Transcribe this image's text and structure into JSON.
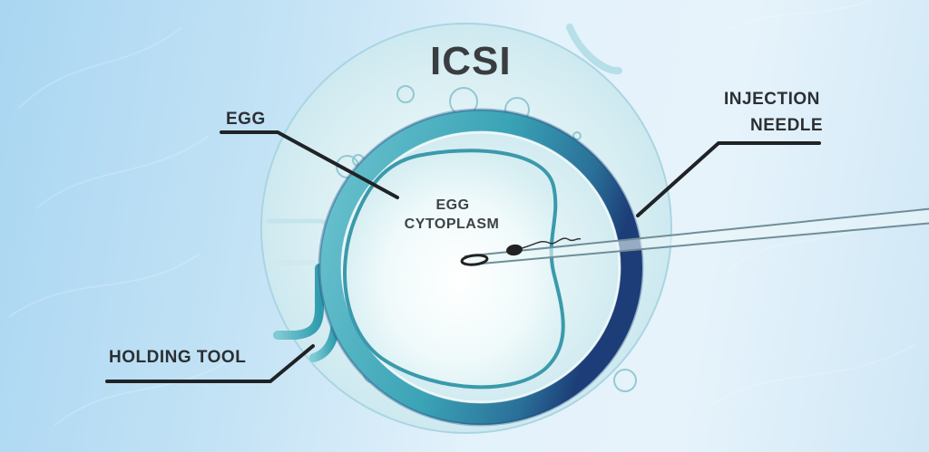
{
  "diagram": {
    "title": "ICSI",
    "labels": {
      "egg": "EGG",
      "injection_needle_line1": "INJECTION",
      "injection_needle_line2": "NEEDLE",
      "holding_tool": "HOLDING TOOL",
      "cytoplasm_line1": "EGG",
      "cytoplasm_line2": "CYTOPLASM"
    },
    "colors": {
      "background_left": "#a9d6f2",
      "background_right": "#e4f2fb",
      "dish_fill": "#dff2f6",
      "zona_ring": "#3fa6b8",
      "zona_dark_edge": "#1d3f78",
      "cytoplasm_membrane": "#3a9aab",
      "leader_line": "#1f2326",
      "text": "#2b2f33"
    },
    "icons": {
      "dish": "petri-dish-circle",
      "egg": "oocyte-cell",
      "needle": "injection-pipette",
      "sperm": "sperm-cell",
      "holding_pipette": "holding-pipette"
    }
  }
}
